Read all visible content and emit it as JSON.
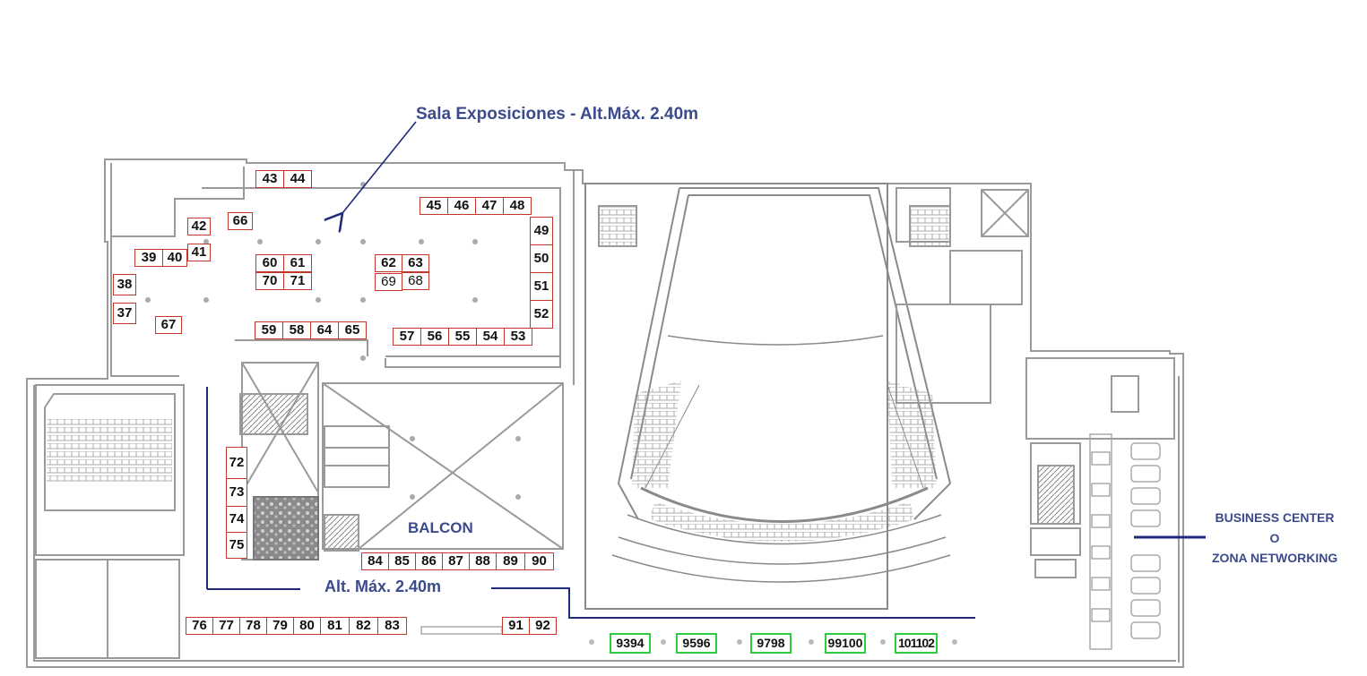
{
  "labels": {
    "sala": "Sala Exposiciones - Alt.Máx. 2.40m",
    "balcon": "BALCON",
    "alt": "Alt. Máx. 2.40m",
    "business_center": [
      "BUSINESS CENTER",
      "O",
      "ZONA NETWORKING"
    ]
  },
  "booths": {
    "b43": "43",
    "b44": "44",
    "b42": "42",
    "b41": "41",
    "b66": "66",
    "b39": "39",
    "b40": "40",
    "b38": "38",
    "b37": "37",
    "b67": "67",
    "b60": "60",
    "b61": "61",
    "b70": "70",
    "b71": "71",
    "b62": "62",
    "b63": "63",
    "b69": "69",
    "b68": "68",
    "b45": "45",
    "b46": "46",
    "b47": "47",
    "b48": "48",
    "b49": "49",
    "b50": "50",
    "b51": "51",
    "b52": "52",
    "b59": "59",
    "b58": "58",
    "b64": "64",
    "b65": "65",
    "b57": "57",
    "b56": "56",
    "b55": "55",
    "b54": "54",
    "b53": "53",
    "b72": "72",
    "b73": "73",
    "b74": "74",
    "b75": "75",
    "b84": "84",
    "b85": "85",
    "b86": "86",
    "b87": "87",
    "b88": "88",
    "b89": "89",
    "b90": "90",
    "b76": "76",
    "b77": "77",
    "b78": "78",
    "b79": "79",
    "b80": "80",
    "b81": "81",
    "b82": "82",
    "b83": "83",
    "b91": "91",
    "b92": "92",
    "b9394": "9394",
    "b9596": "9596",
    "b9798": "9798",
    "b99100": "99100",
    "b101102": "101102"
  },
  "colors": {
    "booth_border": "#c0392b",
    "booth_green_border": "#2ecc40",
    "label": "#3b4b8c",
    "plan_lines": "#9a9a9a",
    "arrow": "#1f2a7a"
  }
}
